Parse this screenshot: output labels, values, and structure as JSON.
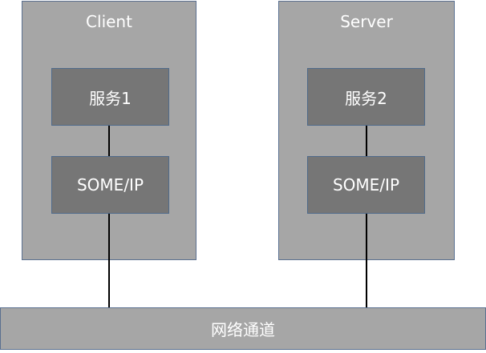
{
  "client": {
    "title": "Client",
    "service_label": "服务1",
    "protocol_label": "SOME/IP"
  },
  "server": {
    "title": "Server",
    "service_label": "服务2",
    "protocol_label": "SOME/IP"
  },
  "network": {
    "label": "网络通道"
  },
  "colors": {
    "panel_fill": "#a6a6a6",
    "box_fill": "#767676",
    "border": "#5a7090",
    "connector": "#000000",
    "text": "#ffffff"
  }
}
